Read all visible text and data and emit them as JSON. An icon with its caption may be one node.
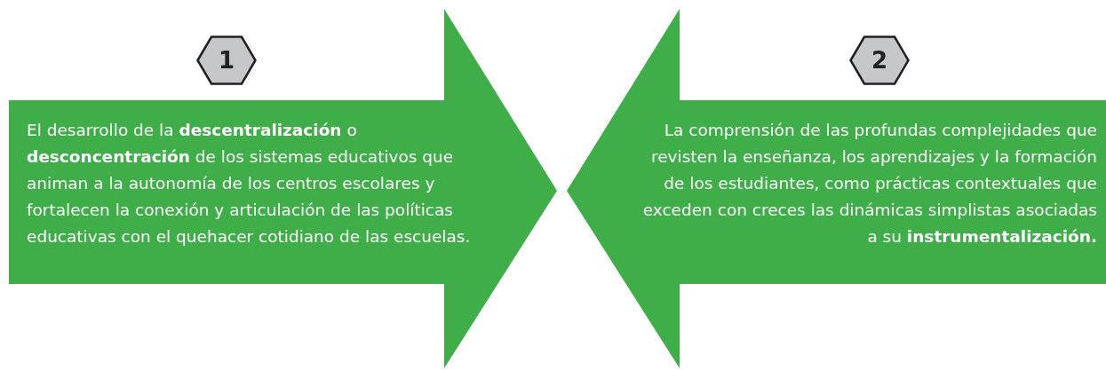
{
  "diagram": {
    "nodes": [
      {
        "text": [
          "1"
        ]
      },
      {
        "text": [
          "El desarrollo de la **descentralización** o **desconcentración** de los sistemas educativos que animan a la autonomía de los centros escolares y fortalecen la conexión y articulación de las políticas educativas con el quehacer cotidiano de las escuelas."
        ]
      },
      {
        "text": [
          "2"
        ]
      },
      {
        "text": [
          "La comprensión de las profundas complejidades que revisten la enseñanza, los aprendizajes y la formación de los estudiantes, como prácticas contextuales que exceden con creces las dinámicas simplistas asociadas a su **instrumentalización.**"
        ]
      }
    ]
  }
}
